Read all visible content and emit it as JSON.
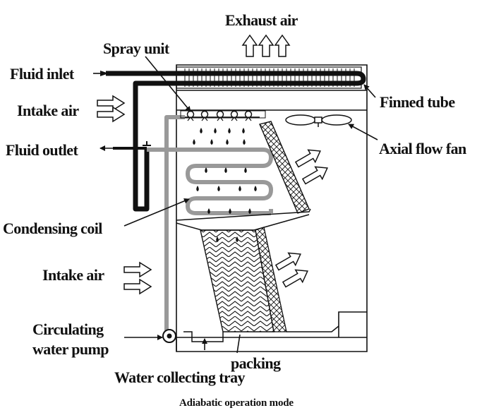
{
  "labels": {
    "exhaust_air": "Exhaust air",
    "spray_unit": "Spray unit",
    "fluid_inlet": "Fluid inlet",
    "finned_tube": "Finned tube",
    "intake_air_top": "Intake air",
    "axial_flow_fan": "Axial flow fan",
    "fluid_outlet": "Fluid outlet",
    "condensing_coil": "Condensing coil",
    "intake_air_bottom": "Intake air",
    "circulating_water_pump_line1": "Circulating",
    "circulating_water_pump_line2": "water pump",
    "packing": "packing",
    "water_collecting_tray": "Water collecting tray"
  },
  "caption": "Adiabatic operation mode",
  "colors": {
    "line": "#111111",
    "water_pipe": "#999999",
    "background": "#ffffff"
  }
}
